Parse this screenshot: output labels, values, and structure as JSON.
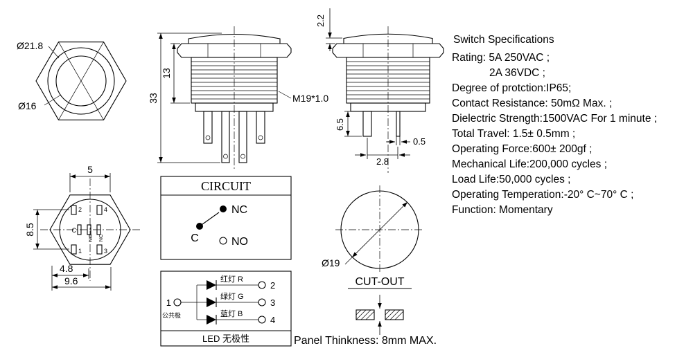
{
  "front_view": {
    "dia_outer": "Ø21.8",
    "dia_inner": "Ø16"
  },
  "side_view_main": {
    "height": "33",
    "thread_length": "13",
    "thread_spec": "M19*1.0"
  },
  "side_view_alt": {
    "cap_height": "2.2",
    "pin_length": "6.5",
    "pin_thickness": "0.5",
    "pin_pitch": "2.8"
  },
  "specs": {
    "title": "Switch Specifications",
    "lines": [
      "Rating: 5A    250VAC ;",
      "2A    36VDC ;",
      "Degree of protction:IP65;",
      "Contact Resistance: 50mΩ Max. ;",
      "Dielectric Strength:1500VAC For 1 minute ;",
      "Total Travel: 1.5± 0.5mm ;",
      "Operating Force:600± 200gf ;",
      "Mechanical Life:200,000 cycles ;",
      "Load Life:50,000 cycles ;",
      "Operating Temperation:-20° C~70° C ;",
      "Function: Momentary"
    ]
  },
  "bottom_view": {
    "top_width": "5",
    "row_pitch": "8.5",
    "offset_a": "4.8",
    "offset_b": "9.6",
    "pins": [
      "2",
      "4",
      "1",
      "3"
    ],
    "contacts": {
      "c": "C",
      "no": "NO",
      "nc": "NC"
    }
  },
  "circuit": {
    "title": "CIRCUIT",
    "common": "C",
    "nc": "NC",
    "no": "NO"
  },
  "led": {
    "terminal_left": "1",
    "common_label": "公共极",
    "rows": [
      {
        "label": "红灯 R",
        "terminal": "2",
        "color": "#dd0000"
      },
      {
        "label": "绿灯 G",
        "terminal": "3",
        "color": "#008800"
      },
      {
        "label": "蓝灯 B",
        "terminal": "4",
        "color": "#0000cc"
      }
    ],
    "note": "LED 无极性"
  },
  "cutout": {
    "dia": "Ø19",
    "label": "CUT-OUT"
  },
  "panel": {
    "note": "Panel Thinkness: 8mm MAX."
  }
}
